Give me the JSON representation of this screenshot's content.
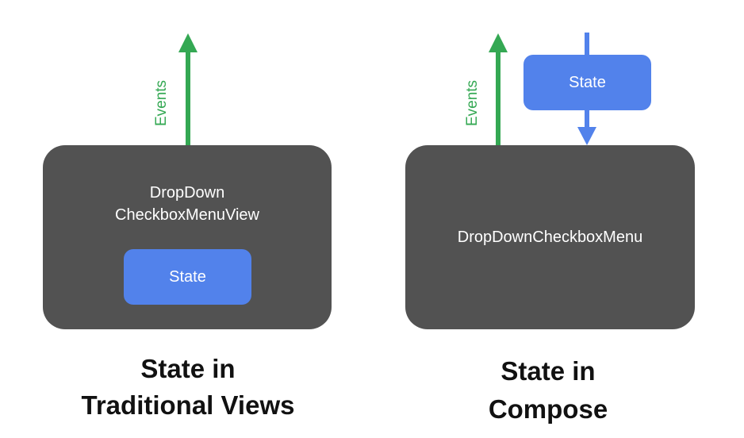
{
  "colors": {
    "events_arrow": "#34a853",
    "state_arrow": "#5282eb",
    "component_box": "#525252",
    "state_box": "#5282eb"
  },
  "left": {
    "events_label": "Events",
    "component_line1": "DropDown",
    "component_line2": "CheckboxMenuView",
    "state_label": "State",
    "caption_line1": "State in",
    "caption_line2": "Traditional Views"
  },
  "right": {
    "events_label": "Events",
    "component_label": "DropDownCheckboxMenu",
    "state_label": "State",
    "caption_line1": "State in",
    "caption_line2": "Compose"
  }
}
